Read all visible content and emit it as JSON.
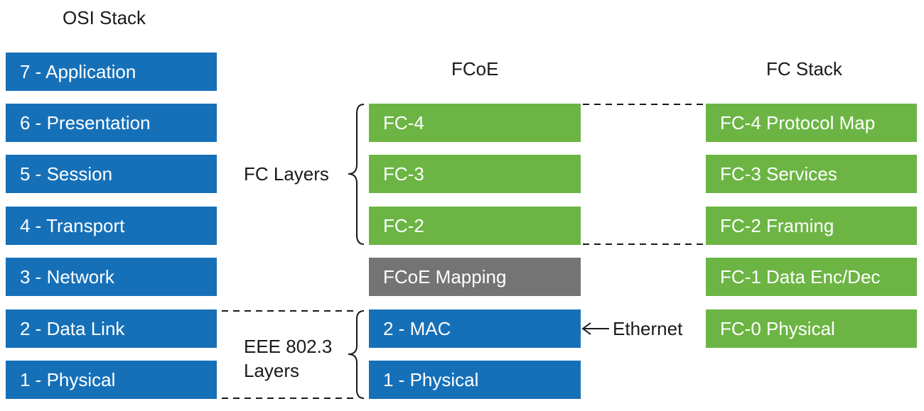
{
  "osi": {
    "title": "OSI Stack",
    "layers": [
      "7 - Application",
      "6 - Presentation",
      "5 - Session",
      "4 - Transport",
      "3 - Network",
      "2 - Data Link",
      "1 - Physical"
    ]
  },
  "fcoe": {
    "title": "FCoE",
    "layers": [
      "FC-4",
      "FC-3",
      "FC-2",
      "FCoE Mapping",
      "2 - MAC",
      "1 - Physical"
    ]
  },
  "fc": {
    "title": "FC Stack",
    "layers": [
      "FC-4 Protocol Map",
      "FC-3 Services",
      "FC-2 Framing",
      "FC-1 Data Enc/Dec",
      "FC-0 Physical"
    ]
  },
  "labels": {
    "fc_layers": "FC Layers",
    "ieee_line1": "EEE 802.3",
    "ieee_line2": "Layers",
    "ethernet": "Ethernet"
  },
  "colors": {
    "osi_blue": "#1670b8",
    "fc_green": "#6cb544",
    "mapping_gray": "#747474"
  }
}
